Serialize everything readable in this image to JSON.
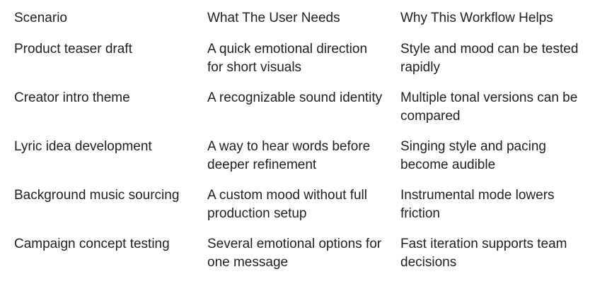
{
  "page": {
    "background": "#ffffff",
    "text_color": "#1f1f1f"
  },
  "table": {
    "columns": [
      "Scenario",
      "What The User Needs",
      "Why This Workflow Helps"
    ],
    "rows": [
      {
        "scenario": "Product teaser draft",
        "need": "A quick emotional direction\nfor short visuals",
        "help": "Style and mood can be tested\nrapidly"
      },
      {
        "scenario": "Creator intro theme",
        "need": "A recognizable sound identity",
        "help": "Multiple tonal versions can be\ncompared"
      },
      {
        "scenario": "Lyric idea development",
        "need": "A way to hear words before\ndeeper refinement",
        "help": "Singing style and pacing\nbecome audible"
      },
      {
        "scenario": "Background music sourcing",
        "need": "A custom mood without full\nproduction setup",
        "help": "Instrumental mode lowers\nfriction"
      },
      {
        "scenario": "Campaign concept testing",
        "need": "Several emotional options for\none message",
        "help": "Fast iteration supports team\ndecisions"
      }
    ]
  }
}
